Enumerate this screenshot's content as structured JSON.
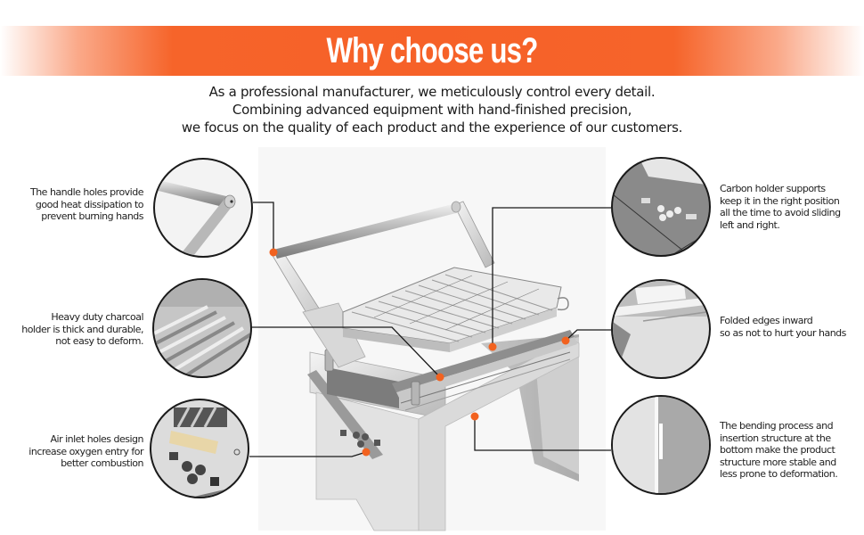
{
  "header": {
    "title": "Why choose us?",
    "accent_color": "#f66128"
  },
  "intro": {
    "lines": [
      "As a professional manufacturer, we meticulously control every detail.",
      "Combining advanced equipment with hand-finished precision,",
      "we focus on the quality of each product and the experience of our customers."
    ]
  },
  "features": {
    "left": [
      {
        "id": "handle",
        "lines": [
          "The handle holes provide",
          "good heat dissipation to",
          "prevent burning hands"
        ],
        "image": "handle-bar-closeup"
      },
      {
        "id": "charcoal-holder",
        "lines": [
          "Heavy duty charcoal",
          "holder is thick  and durable,",
          "not easy to deform."
        ],
        "image": "charcoal-rods-closeup"
      },
      {
        "id": "air-inlet",
        "lines": [
          "Air inlet holes design",
          "increase oxygen entry for",
          "better combustion"
        ],
        "image": "air-holes-closeup"
      }
    ],
    "right": [
      {
        "id": "carbon-holder-supports",
        "lines": [
          "Carbon holder supports",
          "keep it in the right position",
          "all the time to avoid sliding",
          "left and right."
        ],
        "image": "holder-support-closeup"
      },
      {
        "id": "folded-edges",
        "lines": [
          "Folded edges inward",
          "so as not to hurt your hands"
        ],
        "image": "folded-edge-closeup"
      },
      {
        "id": "bending-structure",
        "lines": [
          "The bending process and",
          "insertion structure at the",
          "bottom make the product",
          "structure more stable and",
          "less prone to deformation."
        ],
        "image": "bend-insert-closeup"
      }
    ]
  },
  "product": {
    "name": "stainless-steel-folding-charcoal-grill",
    "marker_color": "#f2621f"
  }
}
